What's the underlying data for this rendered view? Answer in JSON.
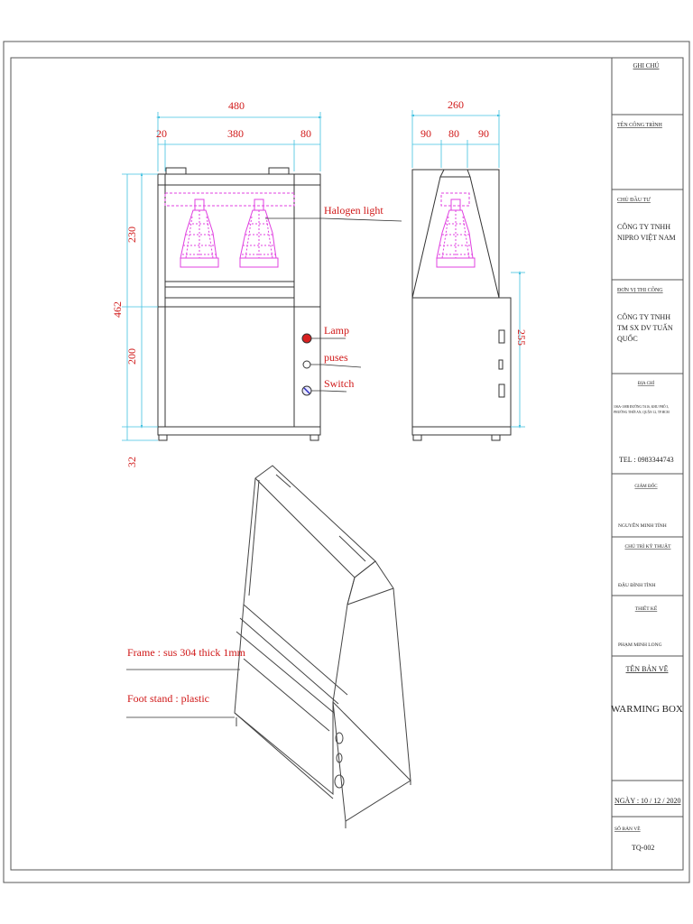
{
  "front_view": {
    "dims": {
      "total_width": "480",
      "left": "20",
      "middle": "380",
      "right": "80",
      "height_total": "462",
      "height_upper": "230",
      "height_lower": "200",
      "foot": "32"
    },
    "callouts": {
      "halogen": "Halogen light",
      "lamp": "Lamp",
      "fuses": "puses",
      "switch": "Switch"
    }
  },
  "side_view": {
    "dims": {
      "total_width": "260",
      "left": "90",
      "middle": "80",
      "right": "90",
      "height": "255"
    }
  },
  "iso_view": {
    "callouts": {
      "frame": "Frame : sus 304 thick 1mm",
      "foot": "Foot stand : plastic"
    }
  },
  "title_block": {
    "notes_label": "GHI CHÚ",
    "project_label": "TÊN CÔNG TRÌNH",
    "owner_label": "CHỦ ĐẦU TƯ",
    "owner_name": "CÔNG TY TNHH NIPRO VIỆT NAM",
    "contractor_label": "ĐƠN VỊ THI CÔNG",
    "contractor_name": "CÔNG TY TNHH TM SX DV TUẤN QUỐC",
    "address_label": "ĐỊA CHỈ",
    "address": "106A-108B ĐƯỜNG TA16, KHU PHỐ 3, PHƯỜNG THỚI AN, QUẬN 12, TP.HCM",
    "tel": "TEL : 0983344743",
    "director_label": "GIÁM ĐỐC",
    "director_name": "NGUYỄN MINH TÍNH",
    "tech_label": "CHỦ TRÌ KỸ THUẬT",
    "tech_name": "ĐẬU ĐÌNH TÌNH",
    "design_label": "THIẾT KẾ",
    "design_name": "PHẠM MINH LONG",
    "drawing_label": "TÊN BẢN VẼ",
    "drawing_name": "WARMING BOX",
    "date": "NGÀY : 10 / 12 / 2020",
    "sheet_label": "SỐ BẢN VẼ",
    "sheet_no": "TQ-002"
  },
  "colors": {
    "dimension": "#d01818",
    "lamp_sketch": "#e040e0",
    "lamp_indicator": "#d82020",
    "dimension_line": "#40c0e0",
    "outline": "#333333"
  }
}
